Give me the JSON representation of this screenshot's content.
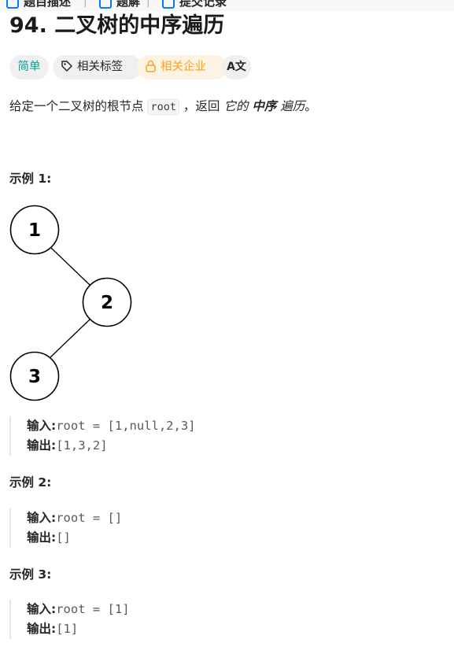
{
  "top_tabs": [
    {
      "label": "题目描述"
    },
    {
      "label": "题解"
    },
    {
      "label": "提交记录"
    }
  ],
  "problem": {
    "title": "94. 二叉树的中序遍历",
    "difficulty": "简单",
    "topics_label": "相关标签",
    "companies_label": "相关企业",
    "translate_label": "A文"
  },
  "description": {
    "prefix": "给定一个二叉树的根节点",
    "code": "root",
    "middle": "，返回",
    "em1": "它的",
    "em_bold": "中序",
    "em2": "遍历",
    "suffix": "。"
  },
  "examples": [
    {
      "heading": "示例 1:",
      "input_label": "输入:",
      "input_value": "root = [1,null,2,3]",
      "output_label": "输出:",
      "output_value": "[1,3,2]"
    },
    {
      "heading": "示例 2:",
      "input_label": "输入:",
      "input_value": "root = []",
      "output_label": "输出:",
      "output_value": "[]"
    },
    {
      "heading": "示例 3:",
      "input_label": "输入:",
      "input_value": "root = [1]",
      "output_label": "输出:",
      "output_value": "[1]"
    }
  ],
  "tree_nodes": [
    "1",
    "2",
    "3"
  ],
  "colors": {
    "easy": "#00a29a",
    "company": "#ffa116",
    "tab_icon": "#007aff"
  }
}
